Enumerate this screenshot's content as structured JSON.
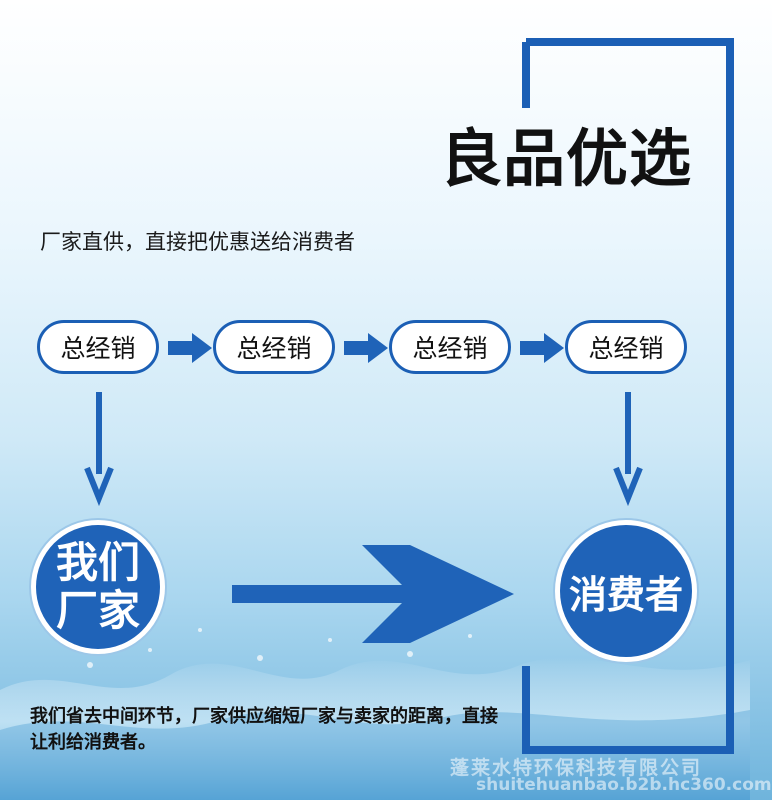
{
  "headline": "良品优选",
  "tagline": "厂家直供，直接把优惠送给消费者",
  "chain_steps": [
    "总经销",
    "总经销",
    "总经销",
    "总经销"
  ],
  "left_circle": {
    "line1": "我们",
    "line2": "厂家"
  },
  "right_circle": {
    "label": "消费者"
  },
  "bottom_text": "我们省去中间环节，厂家供应缩短厂家与卖家的距离，直接让利给消费者。",
  "watermark": {
    "company": "蓬莱水特环保科技有限公司",
    "domain": "shuitehuanbao.b2b.hc360.com"
  },
  "colors": {
    "primary_blue": "#1f63b8",
    "bracket_blue": "#1b5fb5",
    "text": "#111111"
  }
}
